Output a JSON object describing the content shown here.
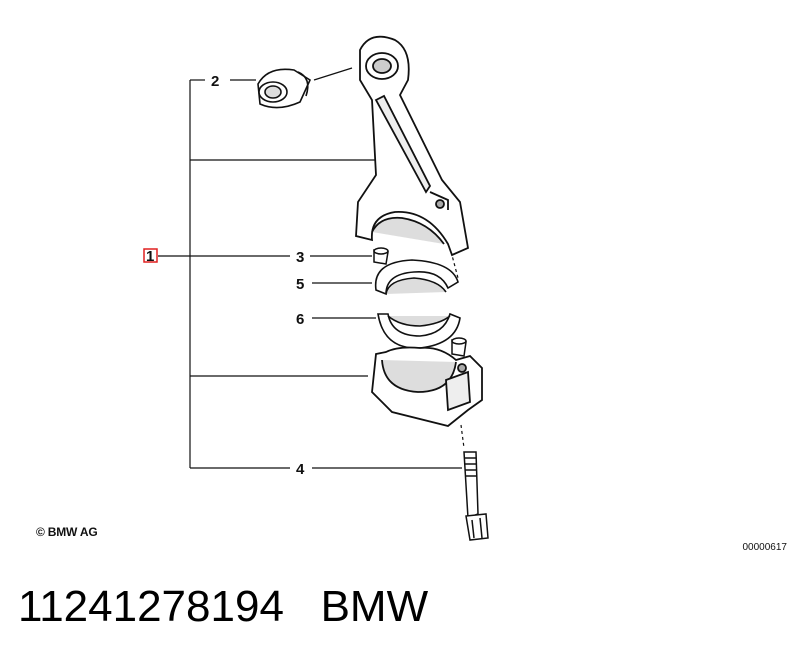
{
  "callouts": {
    "one": "1",
    "two": "2",
    "three": "3",
    "four": "4",
    "five": "5",
    "six": "6"
  },
  "copyright": "© BMW AG",
  "image_number": "00000617",
  "caption": "11241278194   BMW",
  "colors": {
    "line": "#111111",
    "highlight": "#e02020",
    "background": "#ffffff"
  }
}
